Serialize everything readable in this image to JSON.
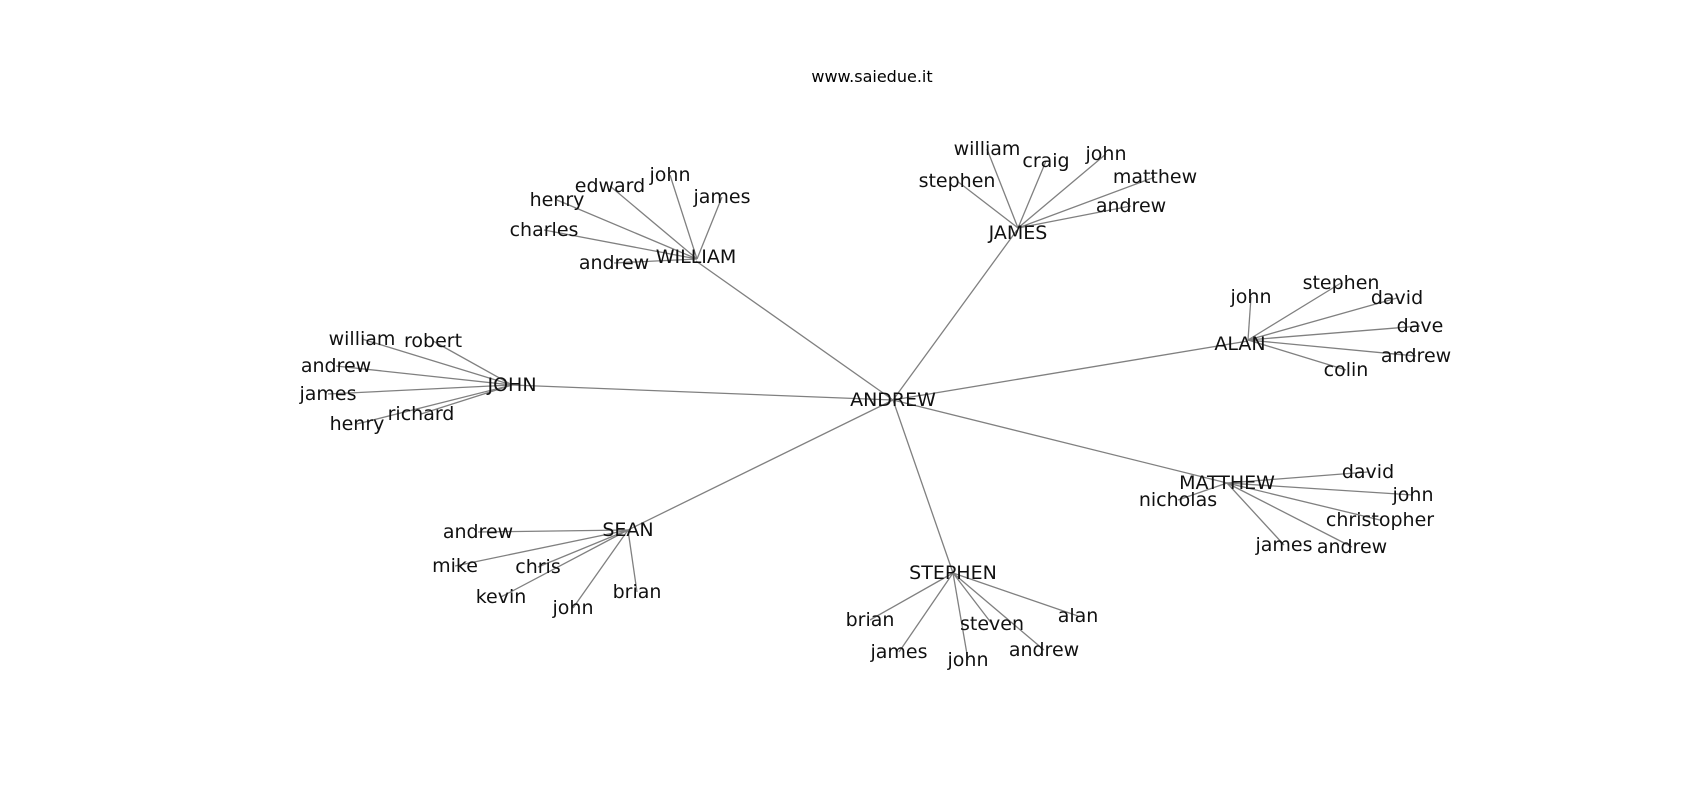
{
  "title": "www.saiedue.it",
  "graph": {
    "root": "ANDREW",
    "clusters": [
      {
        "hub": "WILLIAM",
        "leaves": [
          "john",
          "edward",
          "henry",
          "charles",
          "andrew",
          "james"
        ]
      },
      {
        "hub": "JAMES",
        "leaves": [
          "william",
          "craig",
          "john",
          "stephen",
          "matthew",
          "andrew"
        ]
      },
      {
        "hub": "JOHN",
        "leaves": [
          "william",
          "robert",
          "andrew",
          "james",
          "richard",
          "henry"
        ]
      },
      {
        "hub": "ALAN",
        "leaves": [
          "john",
          "stephen",
          "david",
          "dave",
          "andrew",
          "colin"
        ]
      },
      {
        "hub": "MATTHEW",
        "leaves": [
          "david",
          "john",
          "christopher",
          "andrew",
          "james",
          "nicholas"
        ]
      },
      {
        "hub": "SEAN",
        "leaves": [
          "andrew",
          "mike",
          "chris",
          "kevin",
          "john",
          "brian"
        ]
      },
      {
        "hub": "STEPHEN",
        "leaves": [
          "brian",
          "james",
          "john",
          "steven",
          "andrew",
          "alan"
        ]
      }
    ]
  }
}
